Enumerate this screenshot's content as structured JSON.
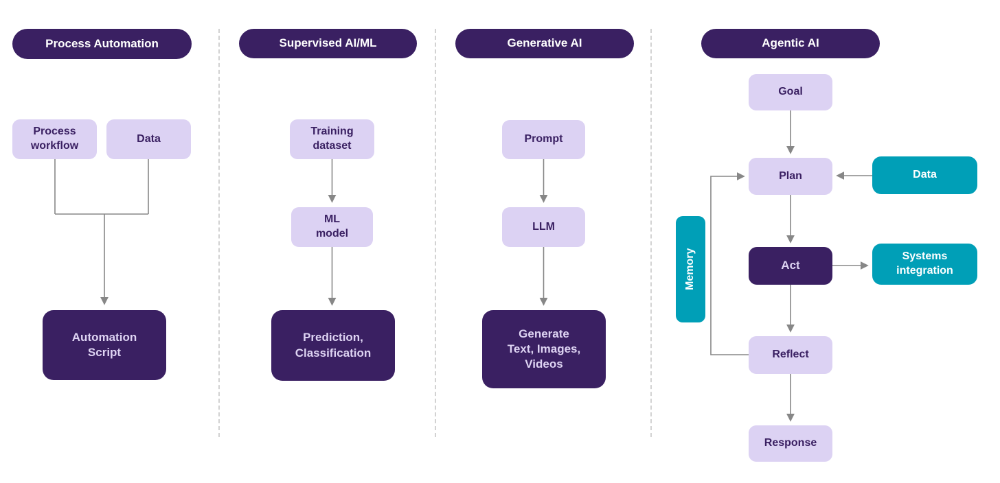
{
  "colors": {
    "header_bg": "#3a2062",
    "header_text": "#ffffff",
    "node_bg": "#dcd2f3",
    "node_text": "#3a2062",
    "output_bg": "#3a2062",
    "output_text": "#ded4f3",
    "teal_bg": "#009fb7",
    "teal_text": "#ffffff",
    "arrow": "#878787",
    "divider": "#d2d2d2"
  },
  "columns": [
    {
      "title": "Process Automation",
      "input1": "Process\nworkflow",
      "input2": "Data",
      "output": "Automation\nScript"
    },
    {
      "title": "Supervised AI/ML",
      "step1": "Training\ndataset",
      "step2": "ML\nmodel",
      "output": "Prediction,\nClassification"
    },
    {
      "title": "Generative AI",
      "step1": "Prompt",
      "step2": "LLM",
      "output": "Generate\nText, Images,\nVideos"
    },
    {
      "title": "Agentic AI",
      "goal": "Goal",
      "plan": "Plan",
      "act": "Act",
      "reflect": "Reflect",
      "response": "Response",
      "memory": "Memory",
      "data_input": "Data",
      "systems_integration": "Systems\nintegration"
    }
  ]
}
